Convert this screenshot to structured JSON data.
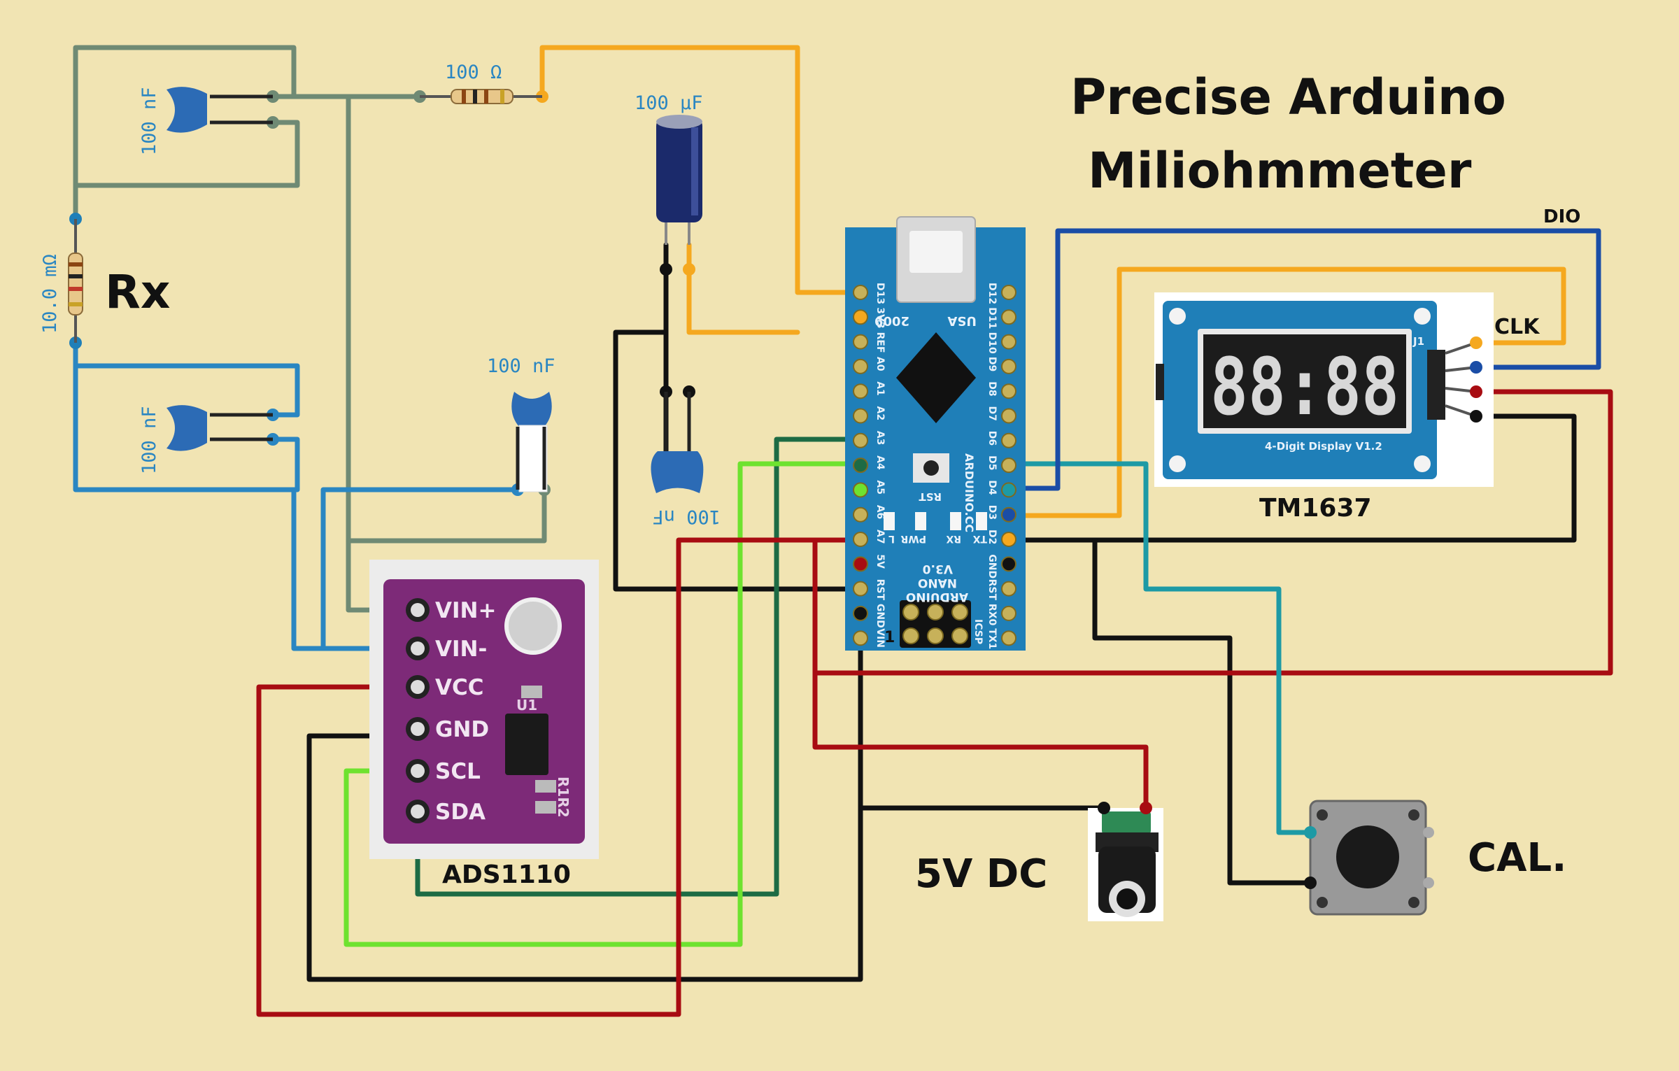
{
  "title": {
    "line1": "Precise Arduino",
    "line2": "Miliohmmeter"
  },
  "labels": {
    "rx": "Rx",
    "ads": "ADS1110",
    "tm": "TM1637",
    "dc": "5V DC",
    "cal": "CAL.",
    "dio": "DIO",
    "clk": "CLK"
  },
  "components": {
    "r_rx": "10.0 mΩ",
    "r_100": "100 Ω",
    "c_top": "100 nF",
    "c_bottom": "100 nF",
    "c_mid": "100 nF",
    "c_elec": "100 µF",
    "c_lower": "100 nF"
  },
  "ads_pins": [
    "VIN+",
    "VIN-",
    "VCC",
    "GND",
    "SCL",
    "SDA"
  ],
  "ads_chip": {
    "u1": "U1",
    "r1r2": "R1R2"
  },
  "nano": {
    "left_pins": [
      "D13",
      "3V3",
      "REF",
      "A0",
      "A1",
      "A2",
      "A3",
      "A4",
      "A5",
      "A6",
      "A7",
      "5V",
      "RST",
      "GND",
      "VIN"
    ],
    "right_pins": [
      "D12",
      "D11",
      "D10",
      "D9",
      "D8",
      "D7",
      "D6",
      "D5",
      "D4",
      "D3",
      "D2",
      "GND",
      "RST",
      "RX0",
      "TX1"
    ],
    "year": "2009",
    "usa": "USA",
    "rst": "RST",
    "site": "ARDUINO.CC",
    "leds": [
      "L",
      "PWR",
      "RX",
      "TX"
    ],
    "model": [
      "ARDUINO",
      "NANO",
      "V3.0"
    ],
    "icsp": "ICSP",
    "one": "1"
  },
  "display": {
    "caption": "4-Digit Display  V1.2",
    "j1": "J1",
    "digits": "88:88"
  },
  "colors": {
    "background": "#f1e4b3",
    "wire_grey": "#6f8a74",
    "wire_blue": "#2a86c2",
    "wire_orange": "#f5a81f",
    "wire_red": "#a80c12",
    "wire_black": "#111111",
    "wire_darkgreen": "#1d6b44",
    "wire_lime": "#6ee22f",
    "wire_teal": "#1d9aa5",
    "wire_navy": "#1a4da6",
    "board_blue": "#1f7fb8",
    "ads_purple": "#7d2a78"
  }
}
